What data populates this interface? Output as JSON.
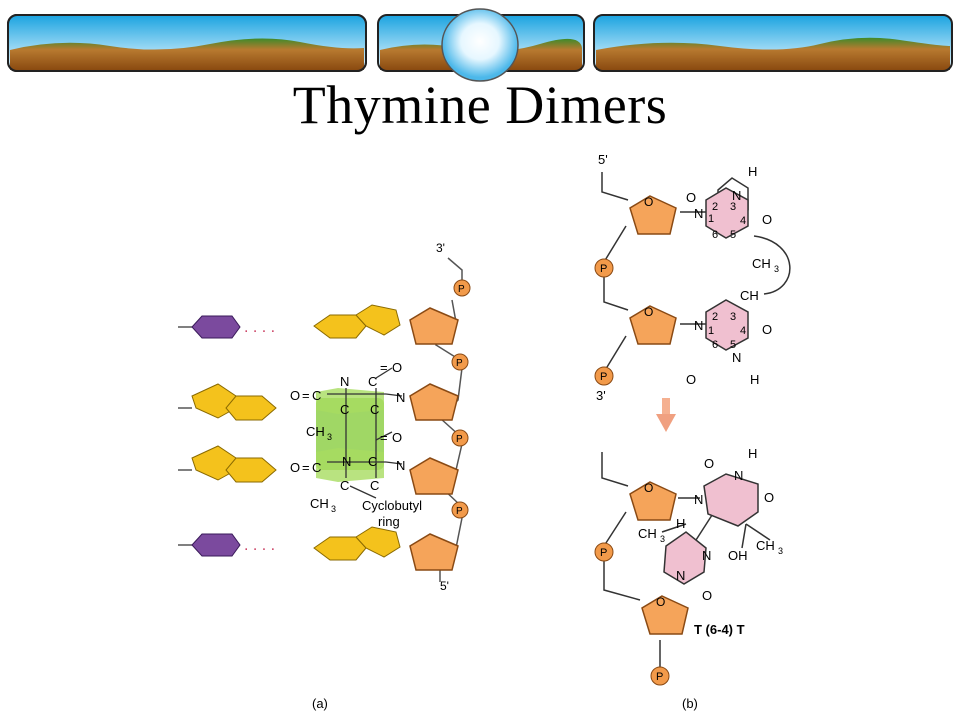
{
  "title": "Thymine Dimers",
  "panel_a": {
    "label": "(a)",
    "end_3": "3'",
    "end_5": "5'",
    "phosphate": "P",
    "atom_o": "O",
    "atom_n": "N",
    "atom_c": "C",
    "methyl_1": "CH",
    "methyl_2": "CH",
    "subscript_3": "3",
    "ring_label_1": "Cyclobutyl",
    "ring_label_2": "ring",
    "dots": ". . . ."
  },
  "panel_b": {
    "label": "(b)",
    "end_5": "5'",
    "end_3": "3'",
    "phosphate": "P",
    "atom_o": "O",
    "atom_n": "N",
    "atom_h": "H",
    "methyl": "CH",
    "subscript_3": "3",
    "oh": "OH",
    "ring_numbers": [
      "1",
      "2",
      "3",
      "4",
      "5",
      "6"
    ],
    "product_label": "T (6-4) T"
  },
  "colors": {
    "sugar": "#f5a45a",
    "sugar_stroke": "#8a4a14",
    "phosphate": "#f29a4a",
    "purple_base": "#7b4a9e",
    "yellow_base": "#f4c21c",
    "green_ring": "#8fd04a",
    "pink_ring": "#f0c0d0",
    "arrow": "#f0a080"
  }
}
